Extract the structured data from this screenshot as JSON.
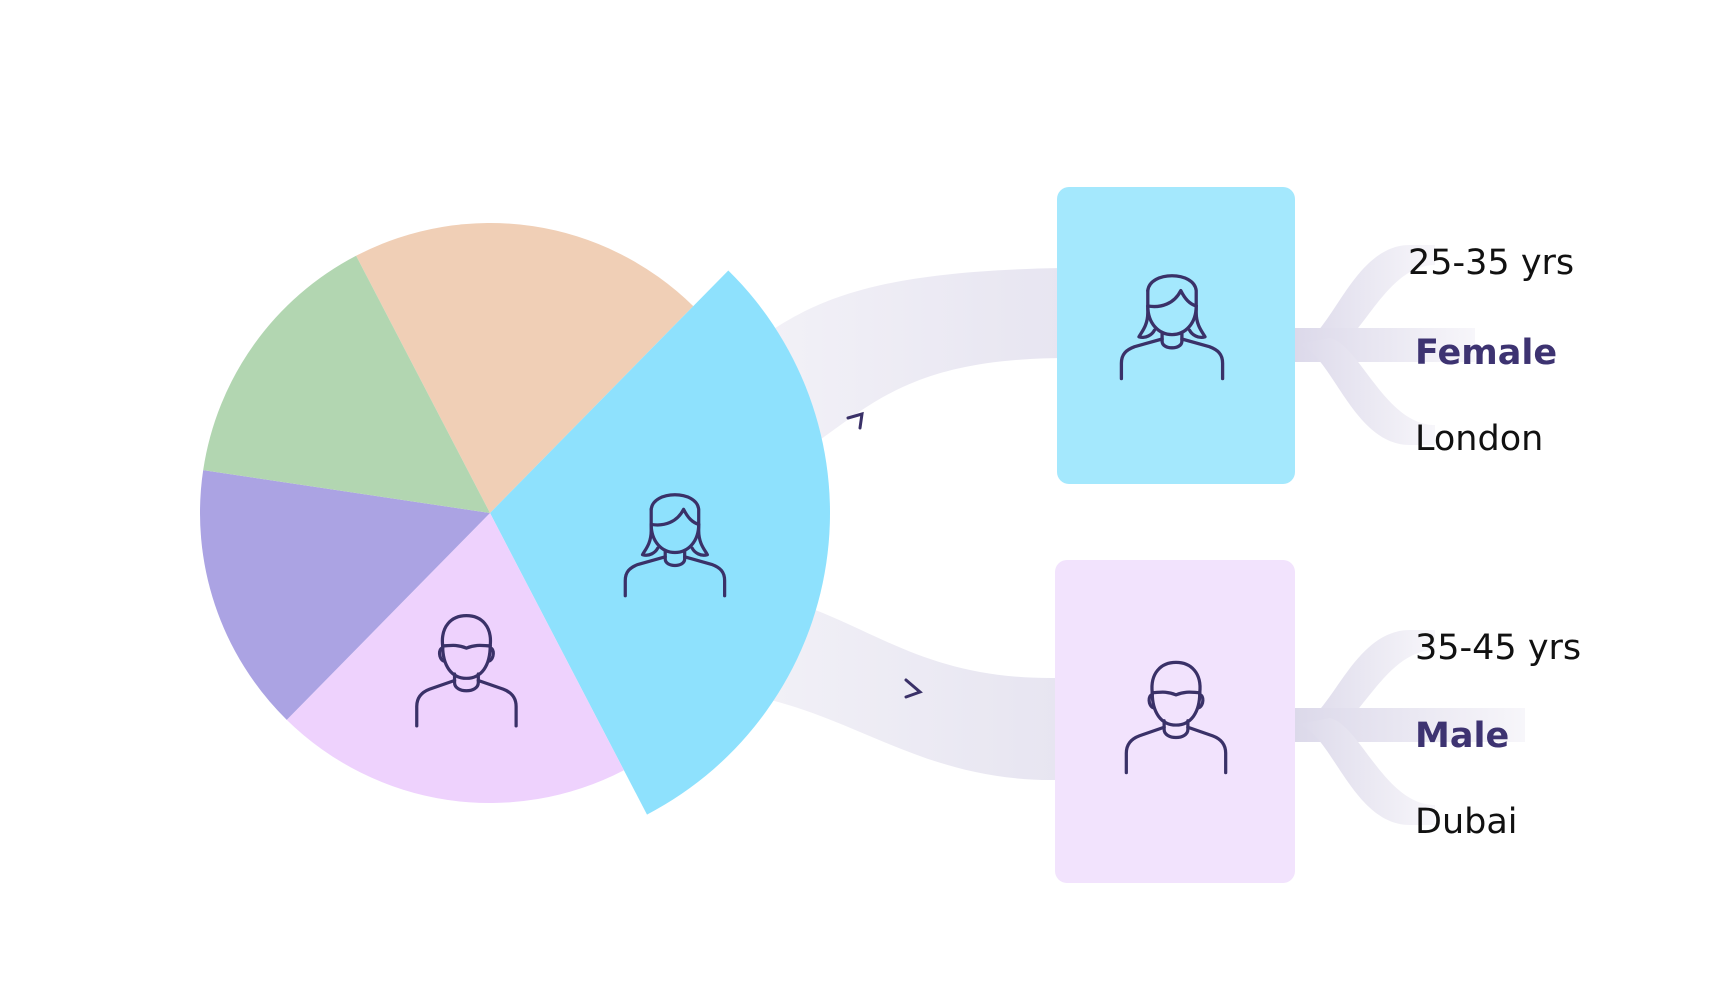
{
  "colors": {
    "slice_peach": "#f0cfb6",
    "slice_green": "#b2d6b1",
    "slice_purple": "#aba3e3",
    "slice_pink": "#eed2fd",
    "slice_blue": "#8ee1fd",
    "card_female": "#a4e8fd",
    "card_male": "#f2e3fd",
    "connector": "#e6e4f0",
    "icon_stroke": "#3a3168",
    "emphasis_text": "#3d3371"
  },
  "pie": {
    "segments": [
      {
        "key": "peach",
        "share": 0.2,
        "icon": null
      },
      {
        "key": "blue",
        "share": 0.3,
        "icon": "female-person-icon",
        "exploded": true
      },
      {
        "key": "pink",
        "share": 0.2,
        "icon": "male-person-icon"
      },
      {
        "key": "purple",
        "share": 0.15,
        "icon": null
      },
      {
        "key": "green",
        "share": 0.15,
        "icon": null
      }
    ]
  },
  "profiles": [
    {
      "key": "female",
      "icon": "female-person-icon",
      "attributes": [
        "25-35 yrs",
        "Female",
        "London"
      ],
      "emphasis_index": 1
    },
    {
      "key": "male",
      "icon": "male-person-icon",
      "attributes": [
        "35-45 yrs",
        "Male",
        "Dubai"
      ],
      "emphasis_index": 1
    }
  ]
}
